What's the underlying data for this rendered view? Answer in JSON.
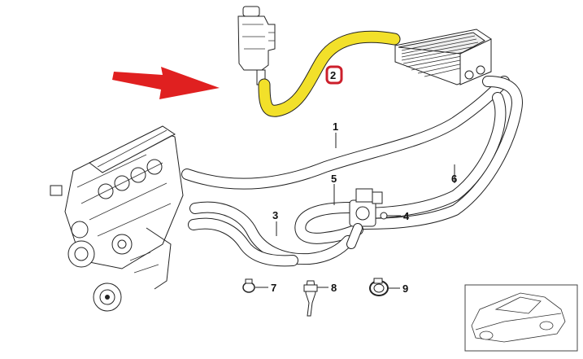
{
  "colors": {
    "highlight_hose": "#f2e02a",
    "highlight_badge": "#cc1f2b",
    "arrow": "#e02020",
    "outline": "#222222"
  },
  "callouts": {
    "hose_1": "1",
    "hose_2": "2",
    "hose_3": "3",
    "valve_4": "4",
    "hose_5": "5",
    "hose_6": "6",
    "clamp_7": "7",
    "clip_8": "8",
    "clamp_9": "9"
  }
}
